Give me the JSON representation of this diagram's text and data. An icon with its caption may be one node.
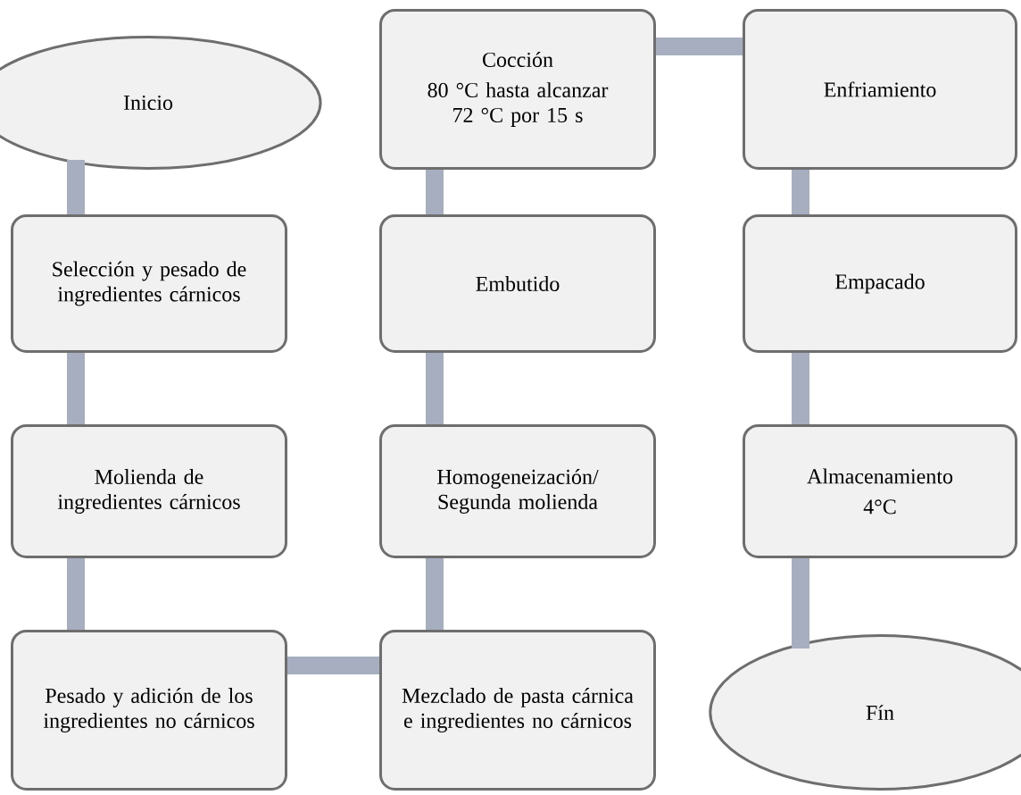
{
  "diagram": {
    "nodes": [
      {
        "text": [
          "Inicio"
        ]
      },
      {
        "text": [
          "Selección y pesado de ingredientes cárnicos"
        ]
      },
      {
        "text": [
          "Molienda de ingredientes cárnicos"
        ]
      },
      {
        "text": [
          "Pesado y adición de los ingredientes no cárnicos"
        ]
      },
      {
        "text": [
          "Mezclado de pasta cárnica e ingredientes no cárnicos"
        ]
      },
      {
        "text": [
          "Homogeneización/ Segunda molienda"
        ]
      },
      {
        "text": [
          "Embutido"
        ]
      },
      {
        "text": [
          "Cocción",
          "80 °C hasta alcanzar 72 °C por 15 s"
        ]
      },
      {
        "text": [
          "Enfriamiento"
        ]
      },
      {
        "text": [
          "Empacado"
        ]
      },
      {
        "text": [
          "Almacenamiento",
          "4°C"
        ]
      },
      {
        "text": [
          "Fín"
        ]
      }
    ],
    "edges": [
      {
        "from": 0,
        "to": 1,
        "arrow": "none"
      },
      {
        "from": 1,
        "to": 2,
        "arrow": "none"
      },
      {
        "from": 2,
        "to": 3,
        "arrow": "none"
      },
      {
        "from": 3,
        "to": 4,
        "arrow": "none"
      },
      {
        "from": 4,
        "to": 5,
        "arrow": "none"
      },
      {
        "from": 5,
        "to": 6,
        "arrow": "none"
      },
      {
        "from": 6,
        "to": 7,
        "arrow": "none"
      },
      {
        "from": 7,
        "to": 8,
        "arrow": "none"
      },
      {
        "from": 8,
        "to": 9,
        "arrow": "none"
      },
      {
        "from": 9,
        "to": 10,
        "arrow": "none"
      },
      {
        "from": 10,
        "to": 11,
        "arrow": "none"
      }
    ]
  }
}
